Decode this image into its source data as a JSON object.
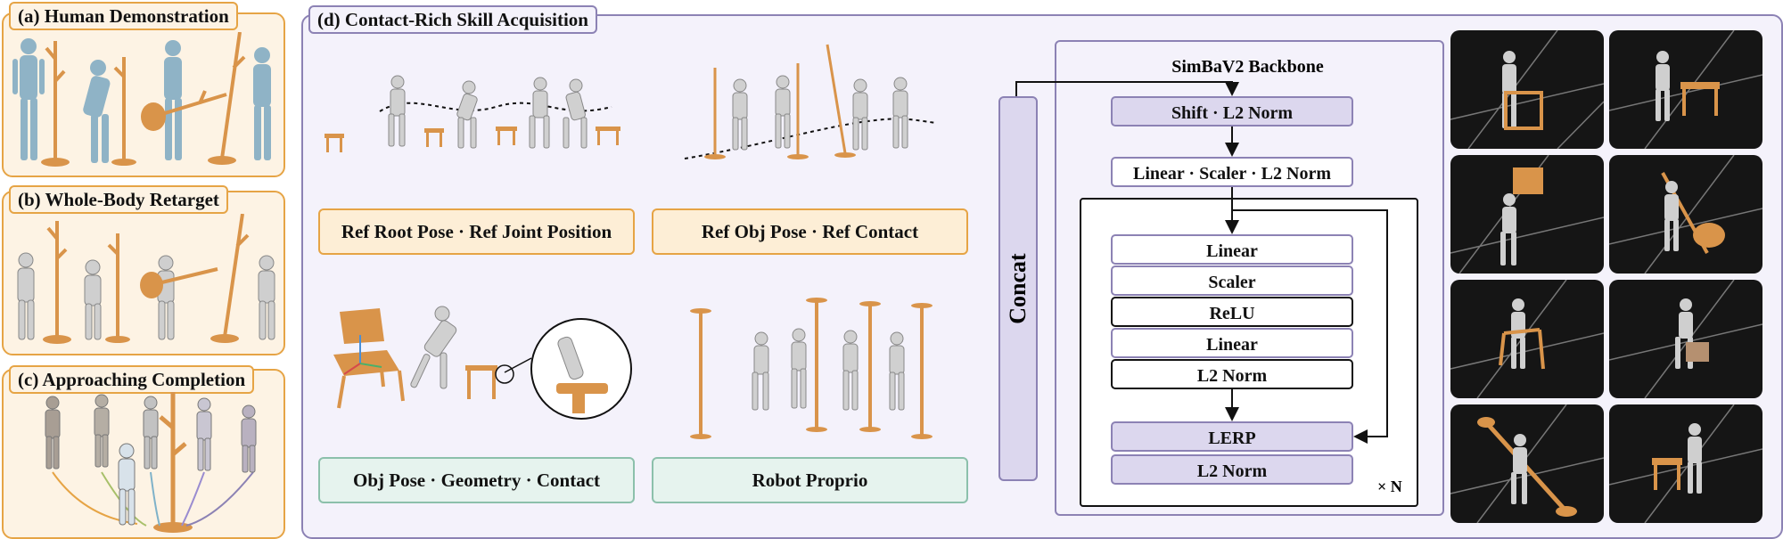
{
  "panels": {
    "a": {
      "title": "(a) Human Demonstration"
    },
    "b": {
      "title": "(b) Whole-Body Retarget"
    },
    "c": {
      "title": "(c) Approaching Completion"
    },
    "d": {
      "title": "(d) Contact-Rich Skill Acquisition"
    }
  },
  "inputs": [
    "Ref Root Pose · Ref Joint Position",
    "Ref Obj Pose · Ref Contact",
    "Obj Pose · Geometry · Contact",
    "Robot Proprio"
  ],
  "network": {
    "concat": "Concat",
    "backbone_title": "SimBaV2 Backbone",
    "shift": "Shift · L2 Norm",
    "linear_scaler": "Linear · Scaler · L2 Norm",
    "block": [
      "Linear",
      "Scaler",
      "ReLU",
      "Linear",
      "L2 Norm"
    ],
    "lerp": "LERP",
    "final_norm": "L2 Norm",
    "repeat": "× N"
  },
  "colors": {
    "orange_border": "#e6a445",
    "orange_fill": "#fdf3e4",
    "purple_border": "#8c82b4",
    "purple_fill": "#dcd7ee",
    "green_border": "#8cc0ab",
    "green_fill": "#e6f3ee",
    "wood": "#d9944a",
    "human": "#8fb3c6",
    "robot": "#c9c9c9",
    "sim_floor": "#151515"
  }
}
